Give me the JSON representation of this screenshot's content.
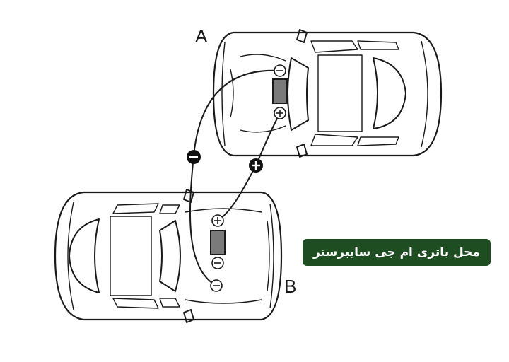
{
  "diagram": {
    "car_a_label": "A",
    "car_b_label": "B",
    "battery_color": "#7a7a7a",
    "caption_background": "#1e4d22",
    "caption_text_color": "#ffffff"
  },
  "caption": {
    "text": "محل باتری ام جی سایبرستر"
  }
}
